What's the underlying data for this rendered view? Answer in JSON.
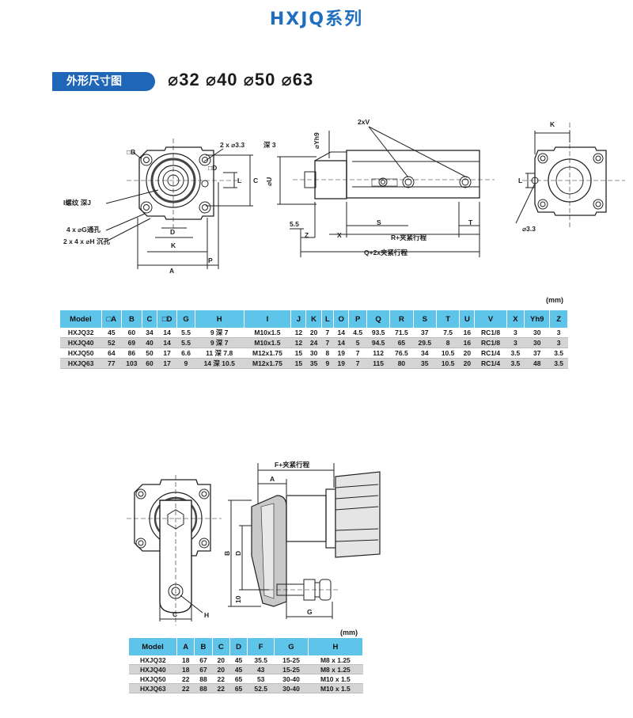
{
  "page": {
    "title": "HXJQ系列",
    "section_label": "外形尺寸图",
    "bore_sizes": "⌀32  ⌀40  ⌀50  ⌀63"
  },
  "drawing1": {
    "labels": {
      "sqB": "□B",
      "hole_d33_a": "2 x ⌀3.3",
      "depth_a": "深 3",
      "sqD": "□D",
      "L": "L",
      "C": "C",
      "I_thread": "I螺纹 深J",
      "G_hole": "4 x ⌀G通孔",
      "H_hole": "2 x 4 x ⌀H 沉孔",
      "D": "D",
      "K": "K",
      "A": "A",
      "P": "P",
      "Yh9": "⌀Yh9",
      "twoV": "2xV",
      "U": "⌀U",
      "d55": "5.5",
      "S": "S",
      "T": "T",
      "Z": "Z",
      "X": "X",
      "R_stroke": "R+夹紧行程",
      "Q_stroke": "Q+2x夹紧行程",
      "K2": "K",
      "L2": "L",
      "d33_b": "⌀3.3"
    }
  },
  "table1": {
    "unit": "(mm)",
    "headers": [
      "Model",
      "□A",
      "B",
      "C",
      "□D",
      "G",
      "H",
      "I",
      "J",
      "K",
      "L",
      "O",
      "P",
      "Q",
      "R",
      "S",
      "T",
      "U",
      "V",
      "X",
      "Yh9",
      "Z"
    ],
    "rows": [
      [
        "HXJQ32",
        "45",
        "60",
        "34",
        "14",
        "5.5",
        "9 深 7",
        "M10x1.5",
        "12",
        "20",
        "7",
        "14",
        "4.5",
        "93.5",
        "71.5",
        "37",
        "7.5",
        "16",
        "RC1/8",
        "3",
        "30",
        "3"
      ],
      [
        "HXJQ40",
        "52",
        "69",
        "40",
        "14",
        "5.5",
        "9 深 7",
        "M10x1.5",
        "12",
        "24",
        "7",
        "14",
        "5",
        "94.5",
        "65",
        "29.5",
        "8",
        "16",
        "RC1/8",
        "3",
        "30",
        "3"
      ],
      [
        "HXJQ50",
        "64",
        "86",
        "50",
        "17",
        "6.6",
        "11 深 7.8",
        "M12x1.75",
        "15",
        "30",
        "8",
        "19",
        "7",
        "112",
        "76.5",
        "34",
        "10.5",
        "20",
        "RC1/4",
        "3.5",
        "37",
        "3.5"
      ],
      [
        "HXJQ63",
        "77",
        "103",
        "60",
        "17",
        "9",
        "14 深 10.5",
        "M12x1.75",
        "15",
        "35",
        "9",
        "19",
        "7",
        "115",
        "80",
        "35",
        "10.5",
        "20",
        "RC1/4",
        "3.5",
        "48",
        "3.5"
      ]
    ]
  },
  "drawing2": {
    "labels": {
      "F_stroke": "F+夹紧行程",
      "A": "A",
      "B": "B",
      "D": "D",
      "ten": "10",
      "C": "C",
      "H": "H",
      "G": "G"
    }
  },
  "table2": {
    "unit": "(mm)",
    "headers": [
      "Model",
      "A",
      "B",
      "C",
      "D",
      "F",
      "G",
      "H"
    ],
    "rows": [
      [
        "HXJQ32",
        "18",
        "67",
        "20",
        "45",
        "35.5",
        "15-25",
        "M8 x 1.25"
      ],
      [
        "HXJQ40",
        "18",
        "67",
        "20",
        "45",
        "43",
        "15-25",
        "M8 x 1.25"
      ],
      [
        "HXJQ50",
        "22",
        "88",
        "22",
        "65",
        "53",
        "30-40",
        "M10 x 1.5"
      ],
      [
        "HXJQ63",
        "22",
        "88",
        "22",
        "65",
        "52.5",
        "30-40",
        "M10 x 1.5"
      ]
    ]
  },
  "colors": {
    "title": "#1f6fc0",
    "pill": "#1f66b8",
    "table_header": "#5fc4ea",
    "row_alt": "#d4d4d4"
  }
}
